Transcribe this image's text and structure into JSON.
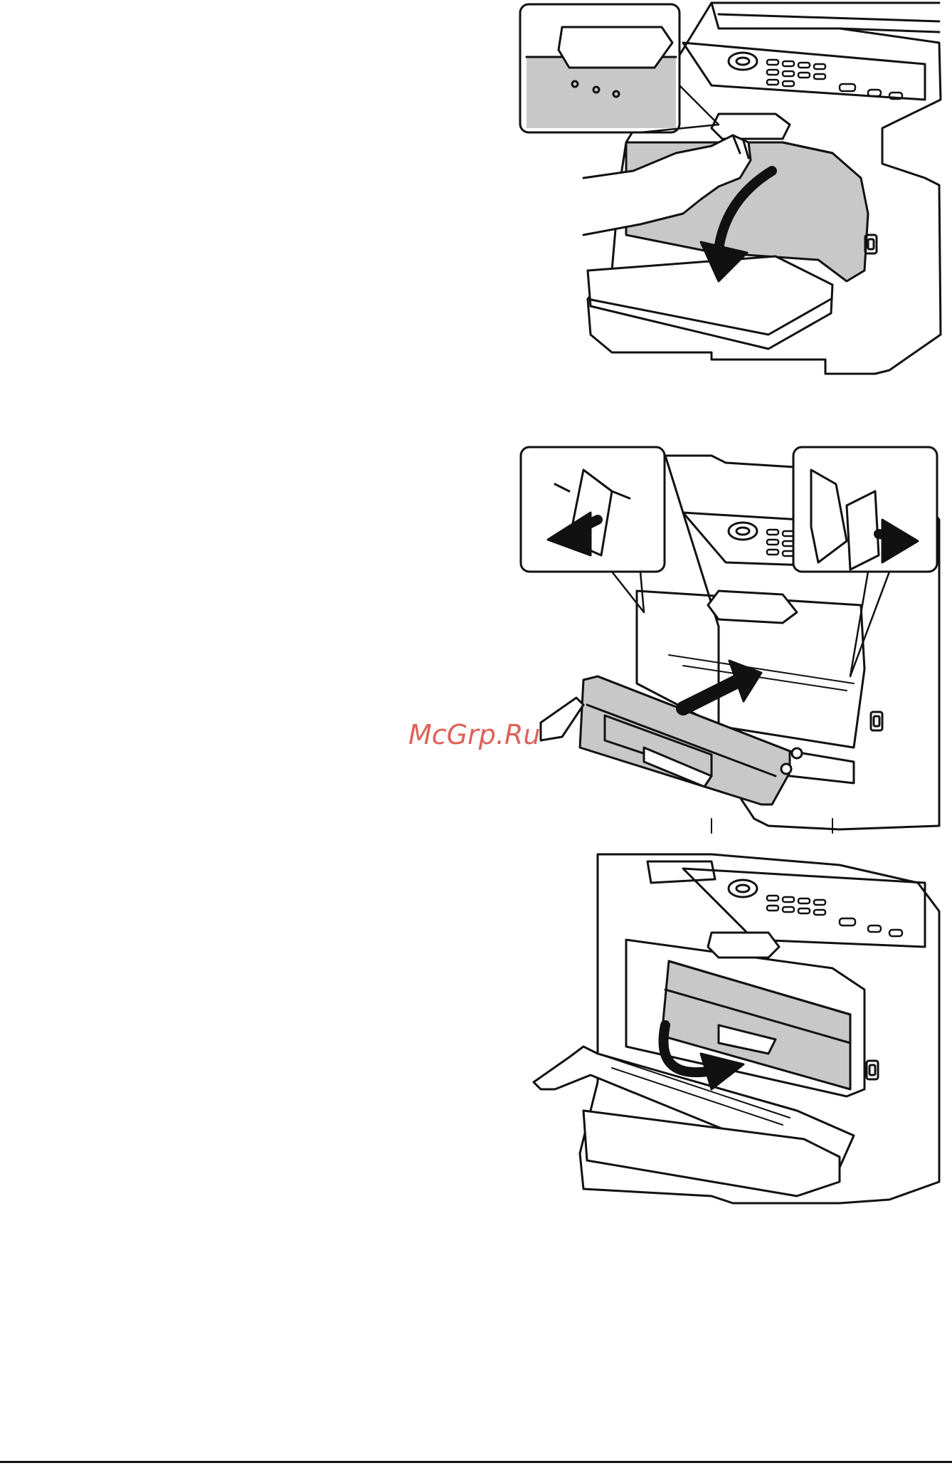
{
  "watermark": {
    "text": "McGrp.Ru",
    "color": "#d9463c"
  },
  "figures": [
    {
      "name": "open-front-cover",
      "icon": "printer-front-cover-opening"
    },
    {
      "name": "insert-toner-cartridge",
      "icon": "toner-cartridge-insert"
    },
    {
      "name": "close-front-cover",
      "icon": "printer-front-cover-closing"
    }
  ],
  "colors": {
    "line": "#111111",
    "shade": "#c8c8c8",
    "paper": "#ffffff"
  }
}
